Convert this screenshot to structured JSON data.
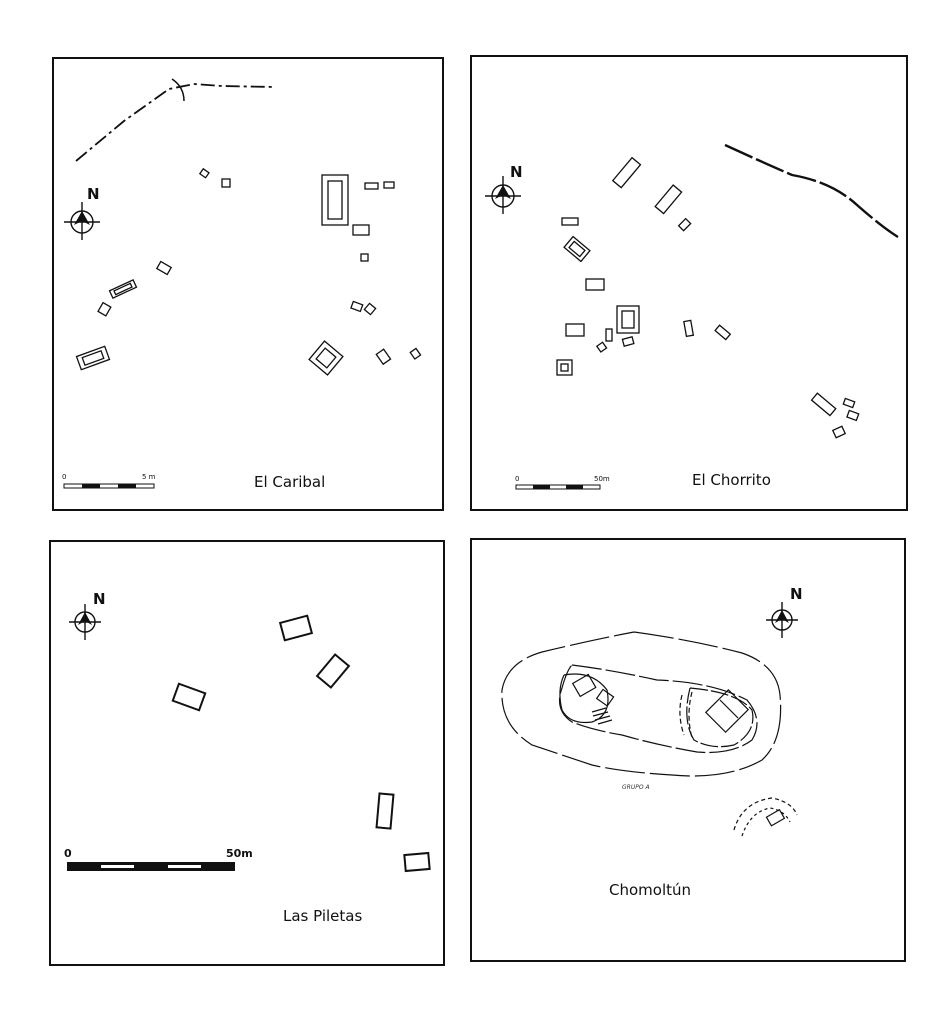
{
  "panels": {
    "el_caribal": {
      "site_name": "El Caribal",
      "north_label": "N",
      "scale": {
        "start": "0",
        "end": "5 m"
      }
    },
    "el_chorrito": {
      "site_name": "El Chorrito",
      "north_label": "N",
      "scale": {
        "start": "0",
        "end": "50m"
      }
    },
    "las_piletas": {
      "site_name": "Las Piletas",
      "north_label": "N",
      "scale": {
        "start": "0",
        "end": "50m"
      }
    },
    "chomoltun": {
      "site_name": "Chomoltún",
      "north_label": "N",
      "group_label": "GRUPO A"
    }
  },
  "colors": {
    "ink": "#111111",
    "paper": "#ffffff"
  },
  "icons": [
    "north-arrow-icon"
  ]
}
